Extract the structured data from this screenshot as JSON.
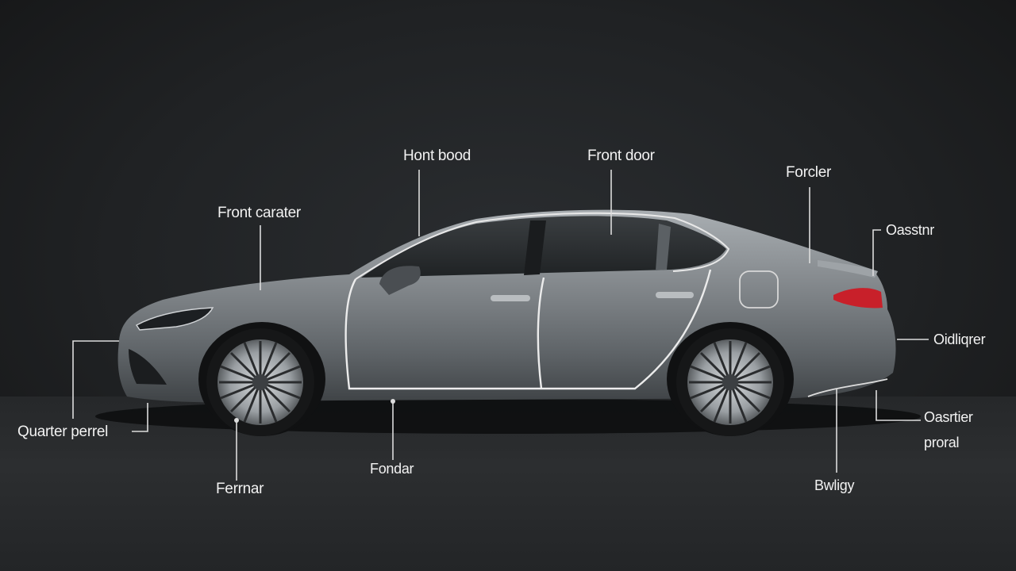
{
  "colors": {
    "background": "#1e2022",
    "body": "#8f9498",
    "window": "#2b2e31",
    "trim": "#e8e8e8",
    "leader": "#dcdcdc",
    "tail_light": "#c8202a",
    "label": "#f2f2f2"
  },
  "labels": {
    "hont_bood": "Hont bood",
    "front_door": "Front door",
    "forcler": "Forcler",
    "front_carater": "Front carater",
    "oasstnr": "Oasstnr",
    "oidliqrer": "Oidliqrer",
    "quarter_perrel": "Quarter perrel",
    "oasrtier_proral": "Oasrtier\nproral",
    "ferrnar": "Ferrnar",
    "fondar": "Fondar",
    "bwligy": "Bwligy"
  }
}
